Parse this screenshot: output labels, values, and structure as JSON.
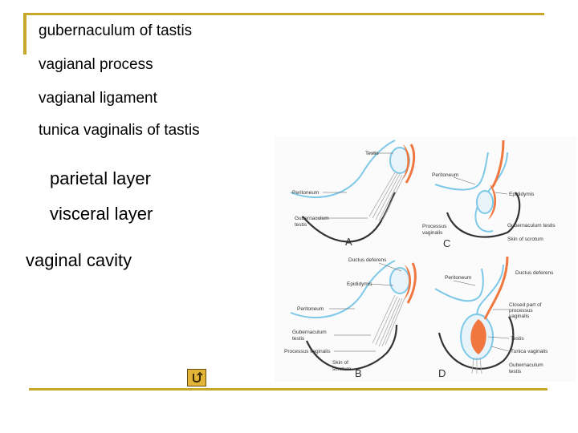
{
  "bullets": {
    "item1": "gubernaculum of tastis",
    "item2": "vagianal process",
    "item3": "vagianal ligament",
    "item4": "tunica vaginalis of tastis",
    "item5": "parietal layer",
    "item6": "visceral layer",
    "item7": "vaginal cavity"
  },
  "figure": {
    "panel_a": {
      "letter": "A",
      "labels": {
        "testis": "Testis",
        "peritoneum": "Peritoneum",
        "gubernaculum": "Gubernaculum",
        "gubernaculum2": "testis"
      }
    },
    "panel_b": {
      "letter": "B",
      "labels": {
        "ductus": "Ductus deferens",
        "epididymis": "Epididymis",
        "peritoneum": "Peritoneum",
        "gubernaculum": "Gubernaculum",
        "gubernaculum2": "testis",
        "processus": "Processus vaginalis",
        "skin": "Skin of",
        "skin2": "scrotum"
      }
    },
    "panel_c": {
      "letter": "C",
      "labels": {
        "peritoneum": "Peritoneum",
        "epididymis": "Epididymis",
        "processus": "Processus",
        "processus2": "vaginalis",
        "gubernaculum": "Gubernaculum testis",
        "skin": "Skin of scrotum"
      }
    },
    "panel_d": {
      "letter": "D",
      "labels": {
        "peritoneum": "Peritoneum",
        "ductus": "Ductus deferens",
        "closed": "Closed part of",
        "closed2": "processus",
        "closed3": "vaginalis",
        "testis": "Testis",
        "tunica": "Tunica vaginalis",
        "gubernaculum": "Gubernaculum",
        "gubernaculum2": "testis"
      }
    },
    "colors": {
      "peritoneum": "#7ec8e8",
      "testis": "#f07840",
      "skin": "#333333"
    }
  },
  "nav": {
    "icon": "return-icon"
  }
}
